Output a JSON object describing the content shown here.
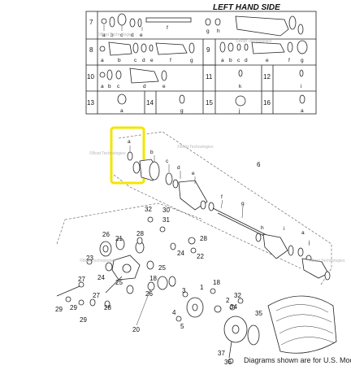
{
  "header": {
    "title": "LEFT HAND SIDE"
  },
  "grid_rows": [
    {
      "cells": [
        {
          "num": "7",
          "letters": [
            "a",
            "b",
            "c",
            "d",
            "e",
            "f",
            "g",
            "h"
          ]
        },
        {
          "num": "",
          "letters": []
        }
      ]
    },
    {
      "cells": [
        {
          "num": "8",
          "letters": [
            "a",
            "b",
            "c",
            "d",
            "e",
            "f",
            "g"
          ]
        },
        {
          "num": "9",
          "letters": [
            "a",
            "b",
            "c",
            "d",
            "e",
            "f",
            "g"
          ]
        }
      ]
    },
    {
      "cells": [
        {
          "num": "10",
          "letters": [
            "a",
            "b",
            "c",
            "d",
            "e"
          ]
        },
        {
          "num": "11",
          "letters": [
            "k"
          ]
        },
        {
          "num": "12",
          "letters": [
            "i"
          ]
        }
      ]
    },
    {
      "cells": [
        {
          "num": "13",
          "letters": [
            "a"
          ]
        },
        {
          "num": "14",
          "letters": [
            "g"
          ]
        },
        {
          "num": "15",
          "letters": [
            "j"
          ]
        },
        {
          "num": "16",
          "letters": [
            "a"
          ]
        }
      ]
    }
  ],
  "callouts": {
    "c1": "1",
    "c2": "2",
    "c3": "3",
    "c4": "4",
    "c5": "5",
    "c6": "6",
    "c18": "18",
    "c20": "20",
    "c21": "21",
    "c22": "22",
    "c23": "23",
    "c24": "24",
    "c25": "25",
    "c26": "26",
    "c27": "27",
    "c28": "28",
    "c29": "29",
    "c30": "30",
    "c31": "31",
    "c32": "32",
    "c34": "34",
    "c35": "35",
    "c36": "36",
    "c37": "37",
    "la": "a",
    "lb": "b",
    "lc": "c",
    "ld": "d",
    "le": "e",
    "lf": "f",
    "lg": "g",
    "lh": "h",
    "li": "i",
    "lj": "j"
  },
  "watermark": "©Boat Technologies",
  "footer": {
    "text": "Diagrams shown are for U.S. Mod"
  },
  "highlight": {
    "color": "#f2e600",
    "label": "a"
  },
  "colors": {
    "line": "#222222",
    "highlight": "#f2e600"
  }
}
